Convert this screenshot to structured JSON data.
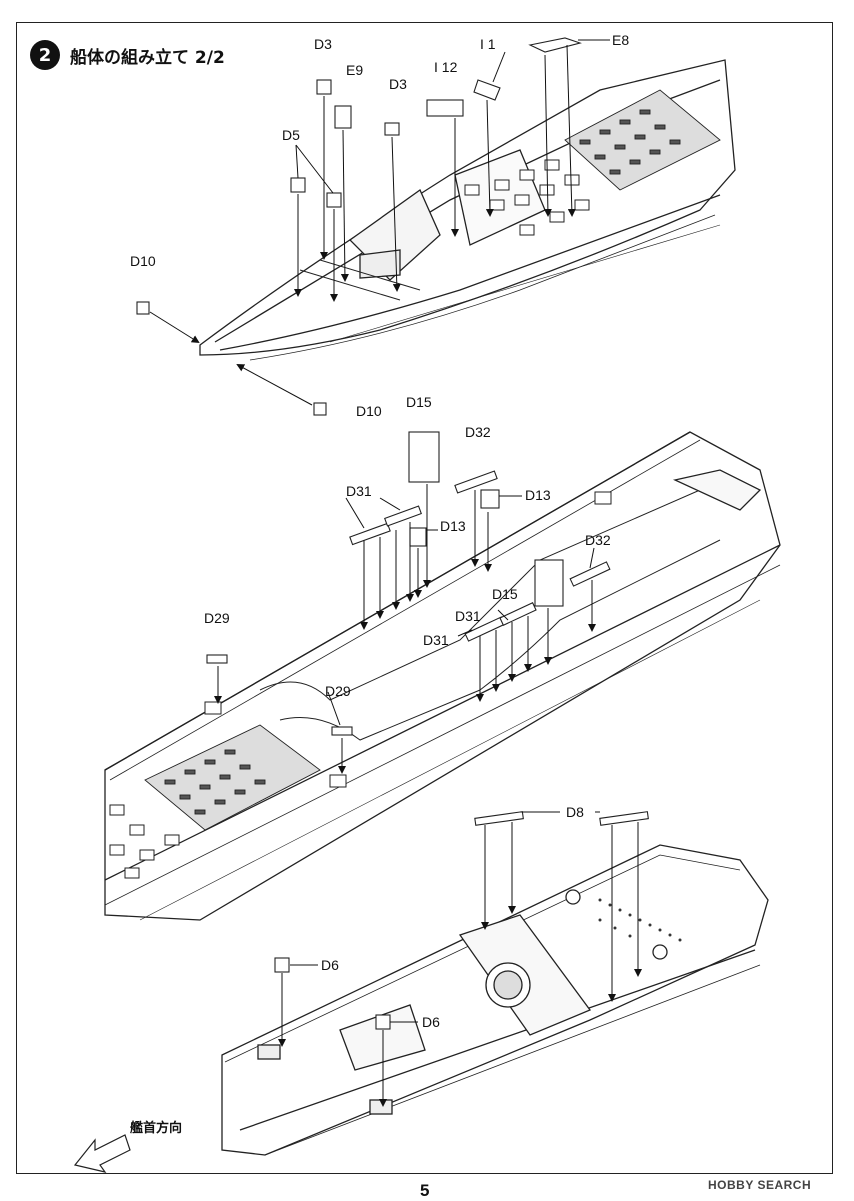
{
  "step": {
    "number": "2",
    "title": "船体の組み立て 2/2"
  },
  "parts": {
    "d3_a": "D3",
    "d3_b": "D3",
    "e9": "E9",
    "i12": "I 12",
    "i1": "I 1",
    "e8": "E8",
    "d5": "D5",
    "d10_a": "D10",
    "d10_b": "D10",
    "d15_a": "D15",
    "d15_b": "D15",
    "d32_a": "D32",
    "d32_b": "D32",
    "d31_a": "D31",
    "d31_b": "D31",
    "d31_c": "D31",
    "d13_a": "D13",
    "d13_b": "D13",
    "d29_a": "D29",
    "d29_b": "D29",
    "d8": "D8",
    "d6_a": "D6",
    "d6_b": "D6"
  },
  "direction_label": "艦首方向",
  "page_number": "5",
  "watermark": "HOBBY SEARCH"
}
